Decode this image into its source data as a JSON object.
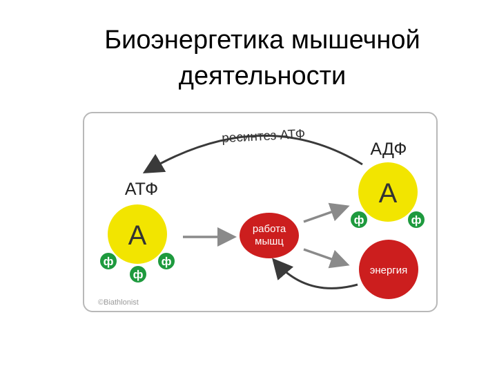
{
  "title": {
    "line1": "Биоэнергетика мышечной",
    "line2": "деятельности"
  },
  "diagram": {
    "resynthesis_label": "ресинтез АТФ",
    "atp_label": "АТФ",
    "adp_label": "АДФ",
    "adenosine_letter": "А",
    "phosphate_letter": "ф",
    "muscle_work_label": [
      "работа",
      "мышц"
    ],
    "energy_label": "энергия",
    "copyright": "©Biathlonist"
  },
  "colors": {
    "yellow": "#f2e500",
    "red": "#cc1e1e",
    "green": "#1e9a3e",
    "arrow_dark": "#3a3a3a",
    "arrow_gray": "#8a8a8a"
  }
}
